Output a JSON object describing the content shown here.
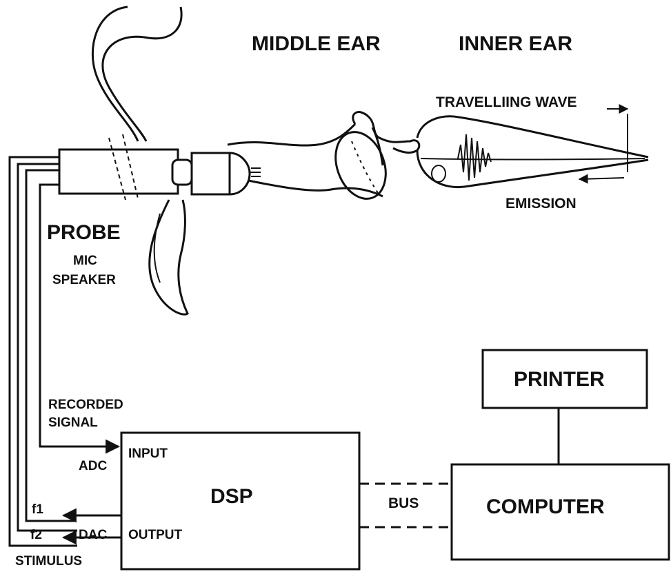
{
  "headers": {
    "middle_ear": "MIDDLE EAR",
    "inner_ear": "INNER EAR"
  },
  "cochlea": {
    "travelling_wave": "TRAVELLIING WAVE",
    "emission": "EMISSION"
  },
  "probe": {
    "title": "PROBE",
    "mic": "MIC",
    "speaker": "SPEAKER"
  },
  "signal": {
    "recorded_line1": "RECORDED",
    "recorded_line2": "SIGNAL",
    "adc": "ADC",
    "dac": "DAC",
    "f1": "f1",
    "f2": "f2",
    "stimulus": "STIMULUS"
  },
  "dsp": {
    "title": "DSP",
    "input": "INPUT",
    "output": "OUTPUT"
  },
  "bus": {
    "label": "BUS"
  },
  "printer": {
    "label": "PRINTER"
  },
  "computer": {
    "label": "COMPUTER"
  }
}
